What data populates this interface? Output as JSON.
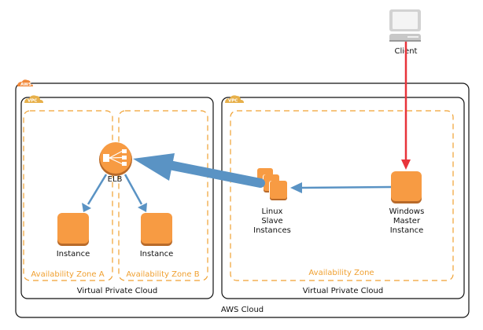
{
  "diagram": {
    "client": {
      "label": "Client",
      "icon": "desktop-computer-icon"
    },
    "aws_cloud": {
      "label": "AWS Cloud",
      "badge": "AWS"
    },
    "vpc_left": {
      "label": "Virtual Private Cloud",
      "badge": "VPC",
      "zones": [
        {
          "label": "Availability Zone A"
        },
        {
          "label": "Availability Zone B"
        }
      ],
      "elb": {
        "label": "ELB",
        "icon": "load-balancer-icon"
      },
      "instances": [
        {
          "label": "Instance"
        },
        {
          "label": "Instance"
        }
      ]
    },
    "vpc_right": {
      "label": "Virtual Private Cloud",
      "badge": "VPC",
      "zone": {
        "label": "Availability Zone"
      },
      "slaves": {
        "label_lines": [
          "Linux",
          "Slave",
          "Instances"
        ]
      },
      "master": {
        "label_lines": [
          "Windows",
          "Master",
          "Instance"
        ]
      }
    },
    "colors": {
      "instance_fill": "#f79b43",
      "instance_shadow": "#b86a2a",
      "zone_dash": "#f0a030",
      "arrow_blue": "#5a93c4",
      "arrow_red": "#e8343b",
      "aws_badge": "#f0883a",
      "vpc_badge": "#e7b04a"
    }
  }
}
